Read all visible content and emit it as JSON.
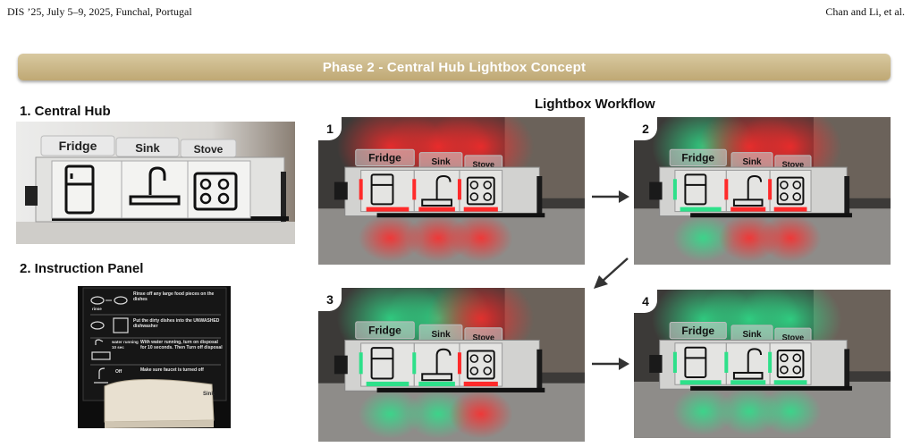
{
  "header": {
    "left": "DIS ’25, July 5–9, 2025, Funchal, Portugal",
    "right": "Chan and Li, et al."
  },
  "banner": {
    "title": "Phase 2  - Central Hub Lightbox Concept"
  },
  "sections": {
    "central_hub": "1. Central Hub",
    "instruction_panel": "2. Instruction Panel",
    "workflow": "Lightbox Workflow"
  },
  "hub_labels": {
    "fridge": "Fridge",
    "sink": "Sink",
    "stove": "Stove"
  },
  "instruction_panel": {
    "steps": [
      {
        "icon_label": "rinse",
        "text": "Rinse off any large food pieces on the dishes"
      },
      {
        "icon_label": "",
        "text": "Put the dirty dishes into the UNWASHED dishwasher"
      },
      {
        "icon_label": "water running 10 sec",
        "text": "With water running, turn on disposal for 10 seconds. Then Turn off disposal"
      },
      {
        "icon_label": "Off",
        "text": "Make sure faucet is turned off"
      }
    ],
    "footer": "Sink"
  },
  "workflow_steps": [
    {
      "number": "1",
      "fridge": "red",
      "sink": "red",
      "stove": "red"
    },
    {
      "number": "2",
      "fridge": "green",
      "sink": "red",
      "stove": "red"
    },
    {
      "number": "3",
      "fridge": "green",
      "sink": "green",
      "stove": "red"
    },
    {
      "number": "4",
      "fridge": "green",
      "sink": "green",
      "stove": "green"
    }
  ],
  "colors": {
    "banner": "#c9b482",
    "led_red": "#ff2a2a",
    "led_green": "#2ee08a"
  }
}
